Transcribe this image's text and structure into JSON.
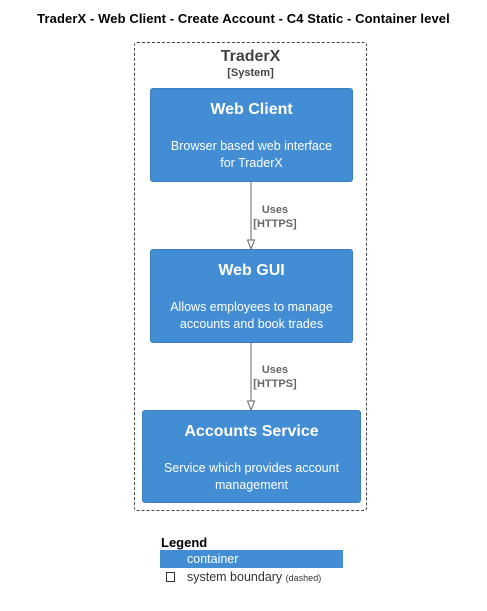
{
  "title": "TraderX - Web Client - Create Account - C4 Static - Container level",
  "boundary": {
    "name": "TraderX",
    "type": "[System]"
  },
  "containers": [
    {
      "name": "Web Client",
      "description_lines": [
        "Browser based web interface",
        "for TraderX"
      ]
    },
    {
      "name": "Web GUI",
      "description_lines": [
        "Allows employees to manage",
        "accounts and book trades"
      ]
    },
    {
      "name": "Accounts Service",
      "description_lines": [
        "Service which provides account",
        "management"
      ]
    }
  ],
  "relationships": [
    {
      "from": "Web Client",
      "to": "Web GUI",
      "label": "Uses",
      "technology": "[HTTPS]"
    },
    {
      "from": "Web GUI",
      "to": "Accounts Service",
      "label": "Uses",
      "technology": "[HTTPS]"
    }
  ],
  "legend": {
    "title": "Legend",
    "items": [
      {
        "label": "container",
        "note": "",
        "color": "#438dd5"
      },
      {
        "label": "system boundary",
        "note": "(dashed)",
        "color": "#ffffff"
      }
    ]
  },
  "colors": {
    "container_fill": "#438dd5",
    "container_text": "#ffffff",
    "boundary_stroke": "#444444",
    "relationship": "#666666"
  }
}
